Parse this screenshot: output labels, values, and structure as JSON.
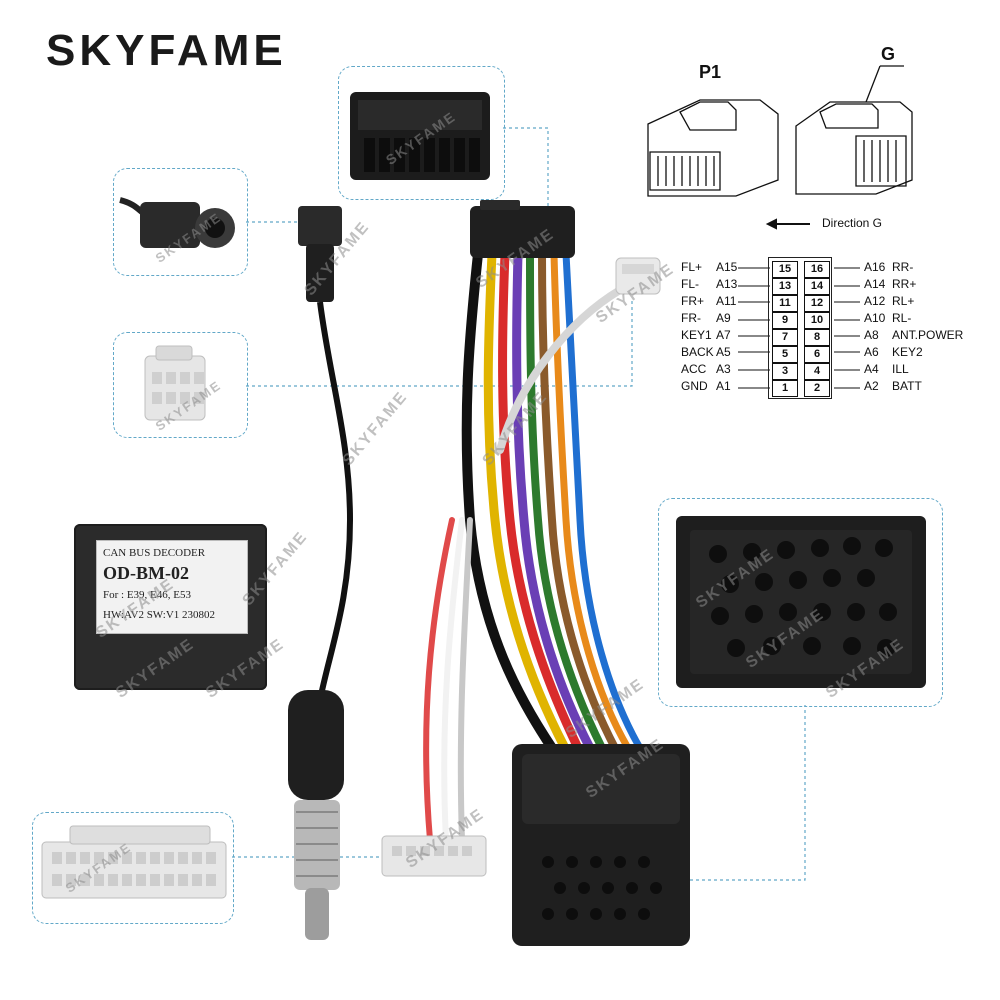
{
  "brand": {
    "name": "SKYFAME"
  },
  "watermark": "SKYFAME",
  "diagram": {
    "p1_label": "P1",
    "g_label": "G",
    "direction_label": "Direction G"
  },
  "pinout": {
    "rows": [
      {
        "left_func": "FL+",
        "left_pin": "A15",
        "a": "15",
        "b": "16",
        "right_pin": "A16",
        "right_func": "RR-"
      },
      {
        "left_func": "FL-",
        "left_pin": "A13",
        "a": "13",
        "b": "14",
        "right_pin": "A14",
        "right_func": "RR+"
      },
      {
        "left_func": "FR+",
        "left_pin": "A11",
        "a": "11",
        "b": "12",
        "right_pin": "A12",
        "right_func": "RL+"
      },
      {
        "left_func": "FR-",
        "left_pin": "A9",
        "a": "9",
        "b": "10",
        "right_pin": "A10",
        "right_func": "RL-"
      },
      {
        "left_func": "KEY1",
        "left_pin": "A7",
        "a": "7",
        "b": "8",
        "right_pin": "A8",
        "right_func": "ANT.POWER"
      },
      {
        "left_func": "BACK",
        "left_pin": "A5",
        "a": "5",
        "b": "6",
        "right_pin": "A6",
        "right_func": "KEY2"
      },
      {
        "left_func": "ACC",
        "left_pin": "A3",
        "a": "3",
        "b": "4",
        "right_pin": "A4",
        "right_func": "ILL"
      },
      {
        "left_func": "GND",
        "left_pin": "A1",
        "a": "1",
        "b": "2",
        "right_pin": "A2",
        "right_func": "BATT"
      }
    ]
  },
  "decoder": {
    "line1": "CAN BUS DECODER",
    "line2": "OD-BM-02",
    "line3": "For : E39, E46, E53",
    "line4": "HW:AV2  SW:V1  230802"
  },
  "colors": {
    "inset_border": "#62a8c8",
    "connector_black": "#1f1f1f",
    "connector_white": "#e8e8e8",
    "wires": [
      "#111111",
      "#e0b400",
      "#d92b2b",
      "#6a3fb5",
      "#2d7a2d",
      "#ffffff",
      "#8a5a2b",
      "#e88a1a",
      "#c0c0c0",
      "#1f6fd1"
    ]
  }
}
